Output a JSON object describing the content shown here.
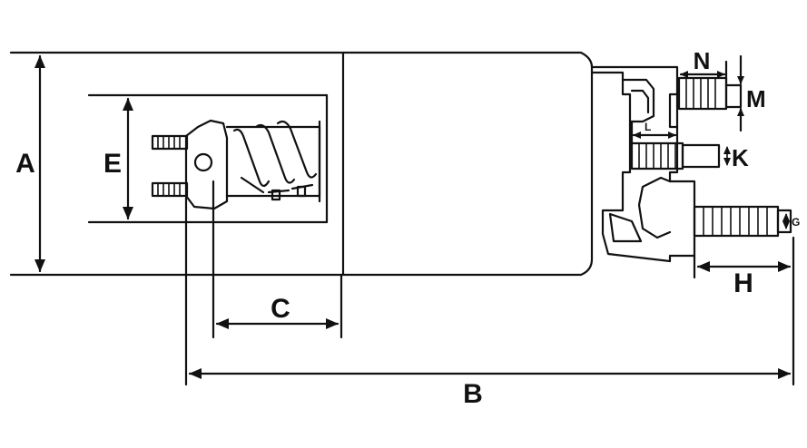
{
  "labels": {
    "a": "A",
    "b": "B",
    "c": "C",
    "e": "E",
    "g": "G",
    "h": "H",
    "k": "K",
    "l": "L",
    "m": "M",
    "n": "N"
  },
  "colors": {
    "ink": "#111111",
    "background": "#ffffff"
  }
}
